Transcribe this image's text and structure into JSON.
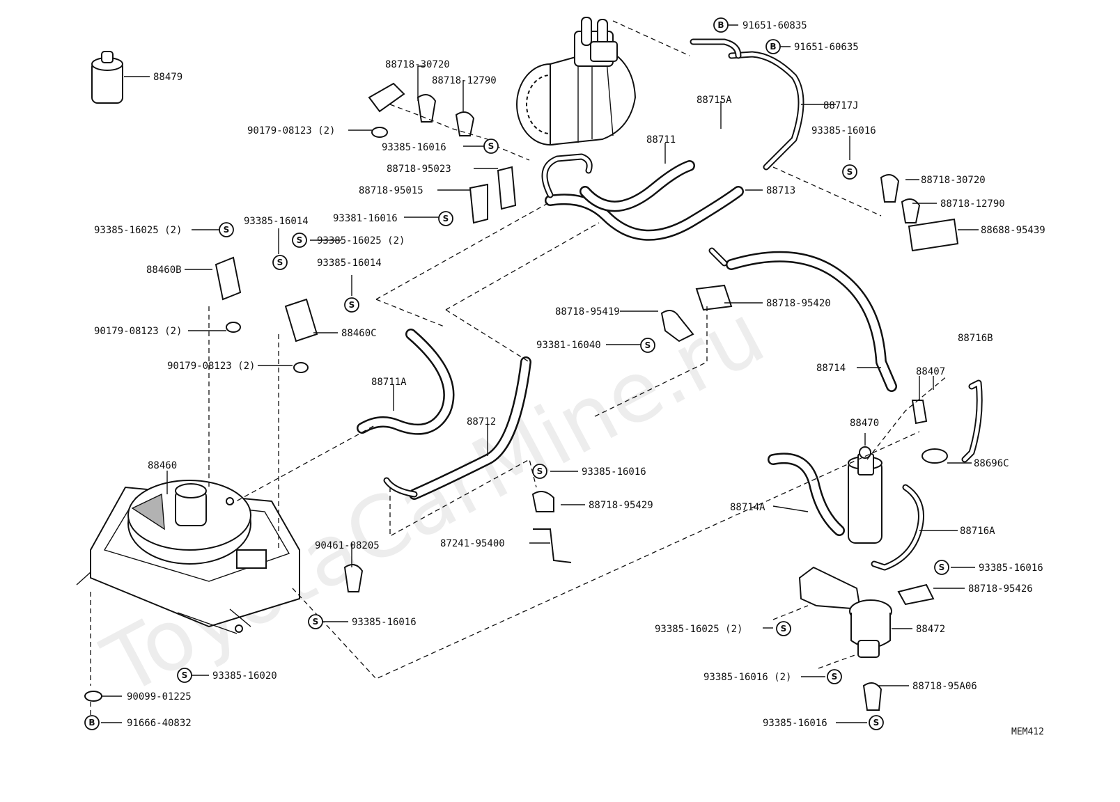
{
  "watermark": "ToyotaCarMine.ru",
  "drawing_code": "MEM412",
  "callouts": [
    {
      "id": "c01",
      "text": "88479"
    },
    {
      "id": "c02",
      "text": "88718-30720"
    },
    {
      "id": "c03",
      "text": "88718-12790"
    },
    {
      "id": "c04",
      "text": "90179-08123 (2)"
    },
    {
      "id": "c05",
      "text": "93385-16016",
      "marker": "S"
    },
    {
      "id": "c06",
      "text": "91651-60835",
      "marker": "B"
    },
    {
      "id": "c07",
      "text": "91651-60635",
      "marker": "B"
    },
    {
      "id": "c08",
      "text": "88715A"
    },
    {
      "id": "c09",
      "text": "88717J"
    },
    {
      "id": "c10",
      "text": "88711"
    },
    {
      "id": "c11",
      "text": "93385-16016",
      "marker": "S"
    },
    {
      "id": "c12",
      "text": "88718-95023"
    },
    {
      "id": "c13",
      "text": "88718-95015"
    },
    {
      "id": "c14",
      "text": "93381-16016",
      "marker": "S"
    },
    {
      "id": "c15",
      "text": "88713"
    },
    {
      "id": "c16",
      "text": "88718-30720"
    },
    {
      "id": "c17",
      "text": "88718-12790"
    },
    {
      "id": "c18",
      "text": "88688-95439"
    },
    {
      "id": "c19",
      "text": "93385-16025 (2)",
      "marker": "S"
    },
    {
      "id": "c20",
      "text": "93385-16014",
      "marker": "S"
    },
    {
      "id": "c21",
      "text": "93385-16025 (2)",
      "marker": "S"
    },
    {
      "id": "c22",
      "text": "88460B"
    },
    {
      "id": "c23",
      "text": "93385-16014",
      "marker": "S"
    },
    {
      "id": "c24",
      "text": "90179-08123 (2)"
    },
    {
      "id": "c25",
      "text": "88460C"
    },
    {
      "id": "c26",
      "text": "90179-08123 (2)"
    },
    {
      "id": "c27",
      "text": "88718-95419"
    },
    {
      "id": "c28",
      "text": "88718-95420"
    },
    {
      "id": "c29",
      "text": "93381-16040",
      "marker": "S"
    },
    {
      "id": "c30",
      "text": "88714"
    },
    {
      "id": "c31",
      "text": "88711A"
    },
    {
      "id": "c32",
      "text": "88712"
    },
    {
      "id": "c33",
      "text": "88407"
    },
    {
      "id": "c34",
      "text": "88716B"
    },
    {
      "id": "c35",
      "text": "88470"
    },
    {
      "id": "c36",
      "text": "88696C"
    },
    {
      "id": "c37",
      "text": "88460"
    },
    {
      "id": "c38",
      "text": "93385-16016",
      "marker": "S"
    },
    {
      "id": "c39",
      "text": "88718-95429"
    },
    {
      "id": "c40",
      "text": "88714A"
    },
    {
      "id": "c41",
      "text": "88716A"
    },
    {
      "id": "c42",
      "text": "87241-95400"
    },
    {
      "id": "c43",
      "text": "90461-08205"
    },
    {
      "id": "c44",
      "text": "93385-16016",
      "marker": "S"
    },
    {
      "id": "c45",
      "text": "88718-95426"
    },
    {
      "id": "c46",
      "text": "93385-16016",
      "marker": "S"
    },
    {
      "id": "c47",
      "text": "93385-16025 (2)",
      "marker": "S"
    },
    {
      "id": "c48",
      "text": "88472"
    },
    {
      "id": "c49",
      "text": "93385-16020",
      "marker": "S"
    },
    {
      "id": "c50",
      "text": "93385-16016 (2)",
      "marker": "S"
    },
    {
      "id": "c51",
      "text": "88718-95A06"
    },
    {
      "id": "c52",
      "text": "90099-01225"
    },
    {
      "id": "c53",
      "text": "91666-40832",
      "marker": "B"
    },
    {
      "id": "c54",
      "text": "93385-16016",
      "marker": "S"
    }
  ]
}
